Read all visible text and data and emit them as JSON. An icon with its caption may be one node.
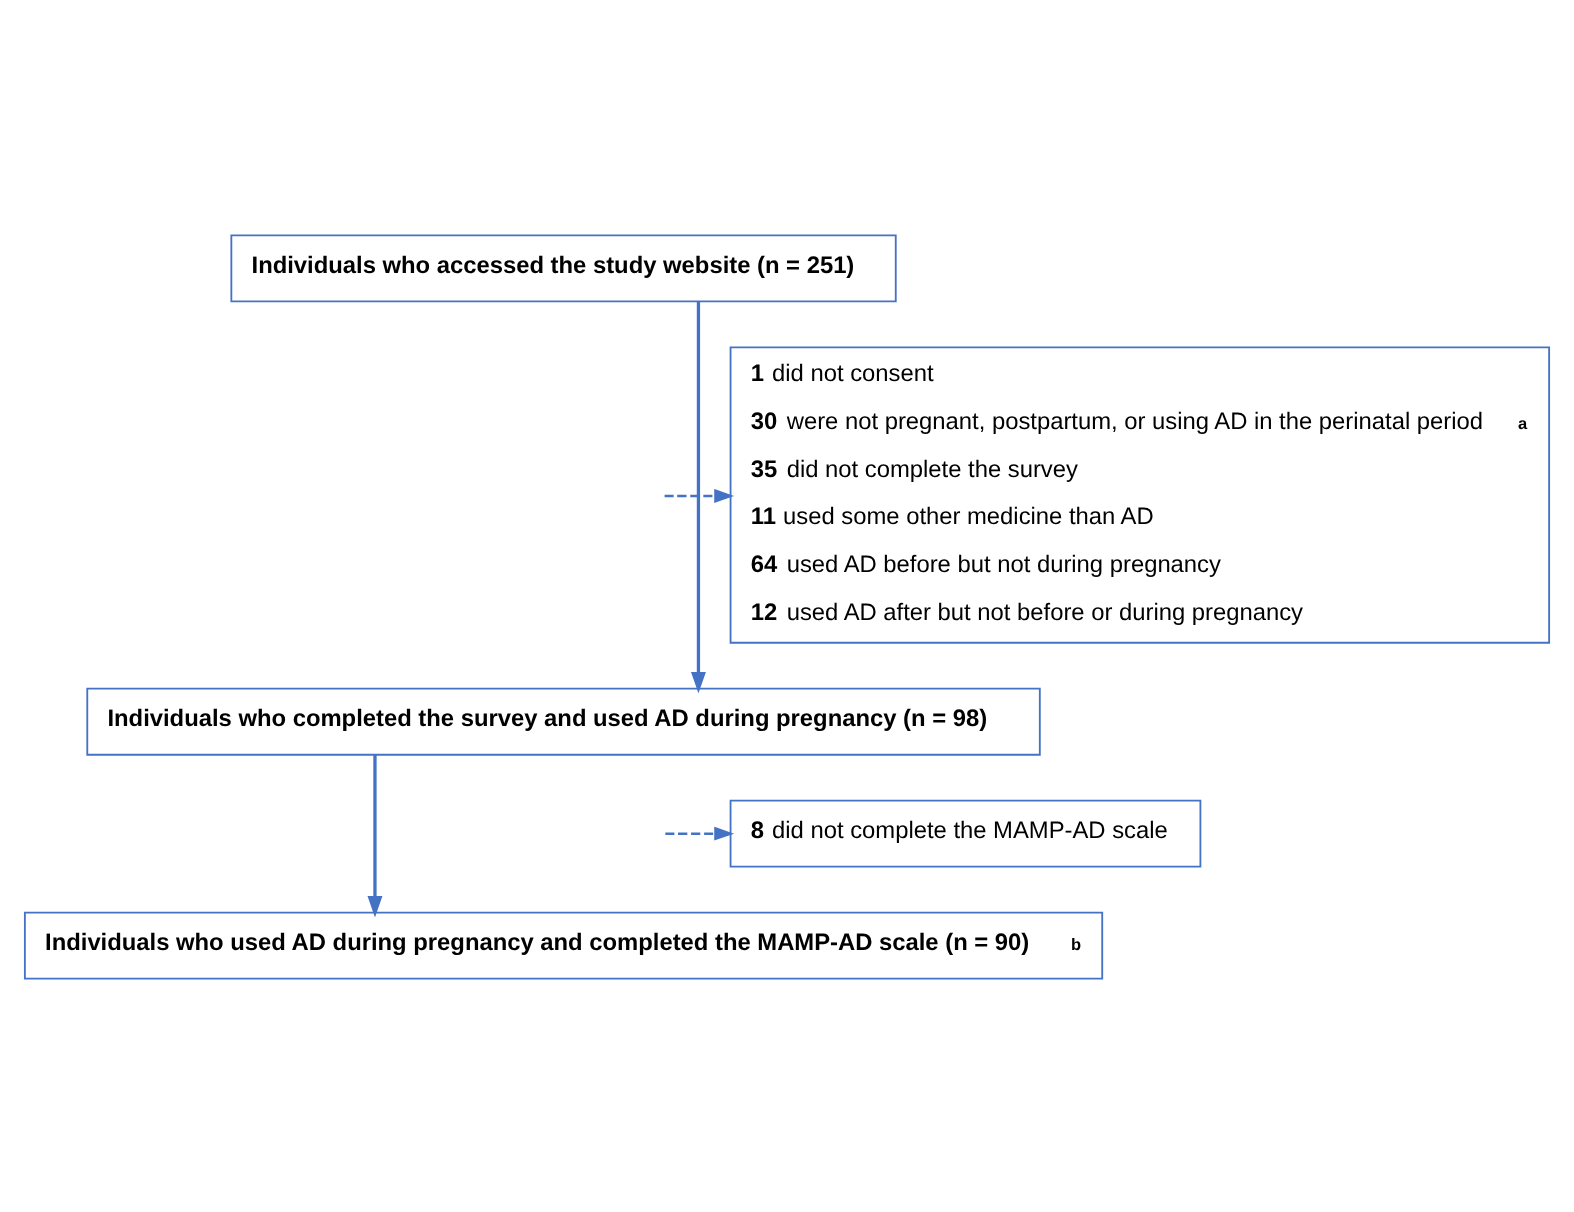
{
  "diagram": {
    "nodes": [
      {
        "text": [
          "Individuals who accessed the study website (n = 251)"
        ]
      },
      {
        "text": [
          "**1** did not consent",
          "**30** were not pregnant, postpartum, or using AD in the perinatal period $^{a}$",
          "**35** did not complete the survey",
          "**11** used some other medicine than AD",
          "**64** used AD before but not during pregnancy",
          "**12** used AD after but not before or during pregnancy"
        ]
      },
      {
        "text": [
          "Individuals who completed the survey and used AD during pregnancy (n = 98)"
        ]
      },
      {
        "text": [
          "**8** did not complete the MAMP-AD scale"
        ]
      },
      {
        "text": [
          "Individuals who used AD during pregnancy and completed the MAMP-AD scale (n = 90) $^{b}$"
        ]
      }
    ],
    "edges": [
      {
        "from": 0,
        "to": 2,
        "arrow": "to"
      },
      {
        "from": null,
        "to": 1,
        "arrow": "to",
        "style": "dashed"
      },
      {
        "from": 2,
        "to": 4,
        "arrow": "to"
      },
      {
        "from": null,
        "to": 3,
        "arrow": "to",
        "style": "dashed"
      }
    ]
  }
}
